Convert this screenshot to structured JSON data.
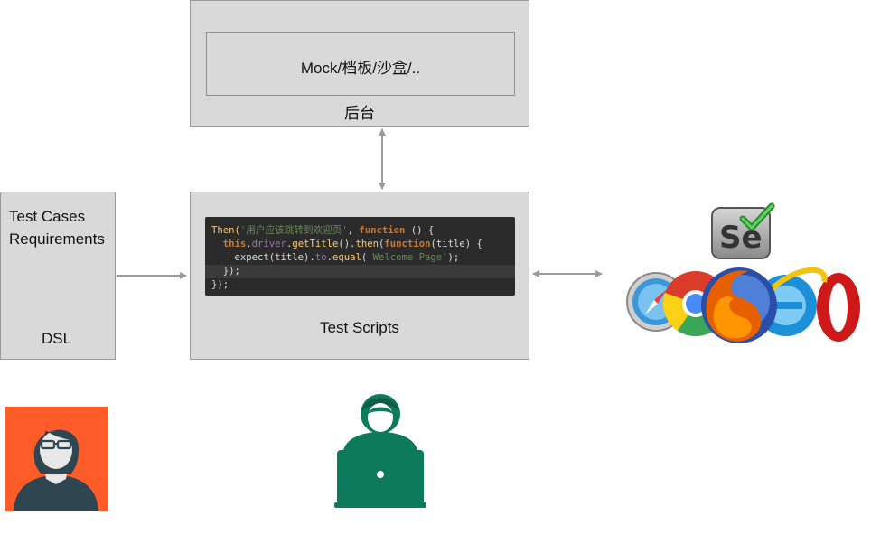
{
  "backend": {
    "mock_label": "Mock/档板/沙盒/..",
    "label": "后台"
  },
  "dsl_box": {
    "line1": "Test Cases",
    "line2": "Requirements",
    "label": "DSL"
  },
  "scripts_box": {
    "label": "Test Scripts",
    "code": {
      "line1": {
        "a": "Then(",
        "b": "'用户应该跳转到欢迎页'",
        "c": ", ",
        "d": "function",
        "e": " () {"
      },
      "line2": {
        "indent": "  ",
        "a": "this",
        "b": ".",
        "c": "driver",
        "d": ".",
        "e": "getTitle",
        "f": "().",
        "g": "then",
        "h": "(",
        "i": "function",
        "j": "(title) {"
      },
      "line3": {
        "indent": "    ",
        "a": "expect(title).",
        "b": "to",
        "c": ".",
        "d": "equal",
        "e": "(",
        "f": "'Welcome Page'",
        "g": ");"
      },
      "line4": {
        "text": "  });"
      },
      "line5": {
        "text": "});"
      }
    }
  },
  "icons": {
    "selenium": "selenium-logo-icon",
    "browsers": [
      "safari-icon",
      "chrome-icon",
      "firefox-icon",
      "ie-icon",
      "opera-icon"
    ],
    "tester": "person-glasses-icon",
    "developer": "developer-laptop-icon"
  },
  "colors": {
    "box_fill": "#d9d9d9",
    "box_border": "#9a9a9a",
    "arrow": "#9b9b9b",
    "tester_bg": "#ff5c2a",
    "developer_green": "#0e7a5c",
    "code_bg": "#2b2b2b"
  }
}
